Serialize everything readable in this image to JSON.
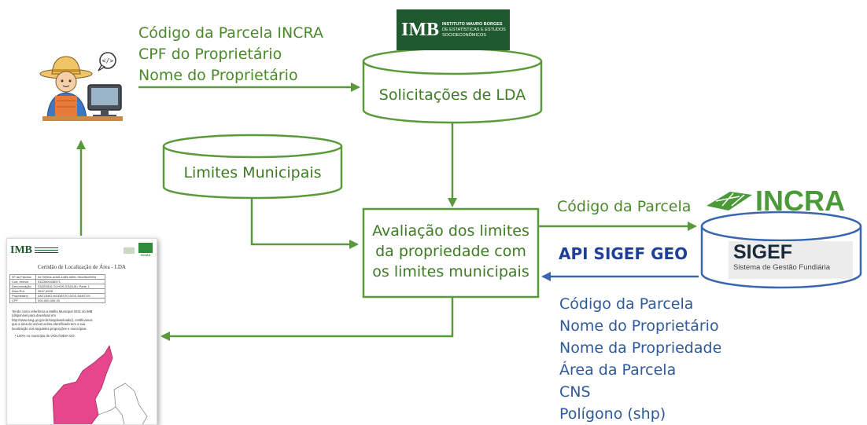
{
  "request_fields": [
    "Código da Parcela INCRA",
    "CPF  do Proprietário",
    "Nome do Proprietário"
  ],
  "nodes": {
    "solicitacoes": "Solicitações de LDA",
    "limites": "Limites Municipais",
    "avaliacao": [
      "Avaliação dos limites",
      "da  propriedade com",
      "os limites municipais"
    ]
  },
  "imb_logo": {
    "letters": "IMB",
    "line1": "INSTITUTO MAURO BORGES",
    "line2": "DE ESTATÍSTICAS E ESTUDOS",
    "line3": "SOCIOECONÔMICOS"
  },
  "incra_logo": {
    "text": "INCRA"
  },
  "sigef_logo": {
    "title": "SIGEF",
    "subtitle": "Sistema de Gestão Fundiária"
  },
  "query_label": "Código da Parcela",
  "api_label": "API SIGEF GEO",
  "response_fields": [
    "Código da Parcela",
    "Nome do Proprietário",
    "Nome da Propriedade",
    "Área da Parcela",
    "CNS",
    "Polígono (shp)"
  ],
  "document": {
    "logo_letters": "IMB",
    "title": "Certidão de Localização de Área - LDA",
    "goias_label": "GOIÁS",
    "rows": [
      [
        "Nº da Parcela",
        "0e7099ee-a0b5-4483-b808-76be5bcf9f0d"
      ],
      [
        "Cod. Imóvel",
        "9323000036971"
      ],
      [
        "Denominação",
        "FAZENDA OLHOS D'ÁGUA / Parte 1"
      ],
      [
        "Área Rur.",
        "3647,4028"
      ],
      [
        "Proprietário",
        "ANTONIO MODESTO DOS SANTOS"
      ],
      [
        "CPF",
        "000.000.000-00"
      ]
    ],
    "body_text": "Tendo como referência a Malha Municipal 2021 do IMB (disponível para download em http://www.sieg.go.gov.br/siegdownloads/), certificamos que a área do imóvel acima identificado tem a sua localização nos seguintes proporções e municípios:",
    "bullet": "100% no município de VIOLÂNDIA-GO."
  },
  "colors": {
    "green": "#5a9a3a",
    "blue": "#2e5a9c",
    "imb_green": "#1f5a2e",
    "incra_green": "#4a9a3a",
    "map_pink": "#e6468c"
  }
}
